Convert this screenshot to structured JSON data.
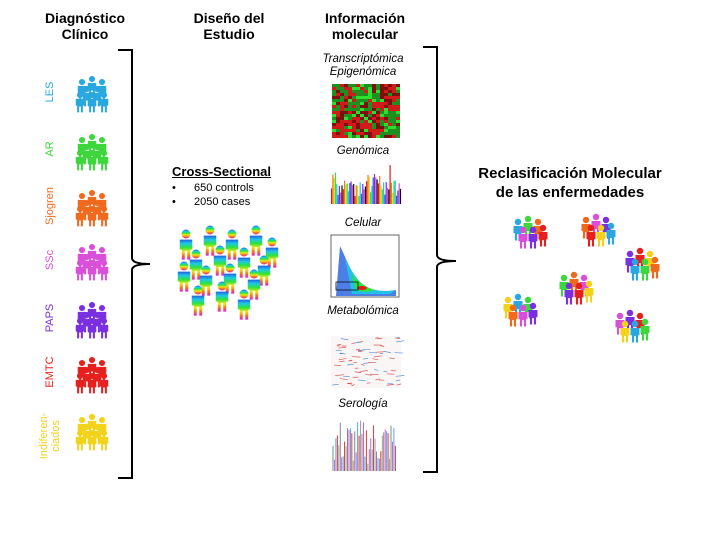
{
  "headers": {
    "clinical": "Diagnóstico\nClínico",
    "study": "Diseño del\nEstudio",
    "molecular": "Información\nmolecular"
  },
  "groups": [
    {
      "label": "LES",
      "color": "#29a8e0"
    },
    {
      "label": "AR",
      "color": "#3dd63d"
    },
    {
      "label": "Sjogren",
      "color": "#f06a1e"
    },
    {
      "label": "SSc",
      "color": "#d94fd9"
    },
    {
      "label": "PAPS",
      "color": "#7a2fe0"
    },
    {
      "label": "EMTC",
      "color": "#e6201d"
    },
    {
      "label": "Indiferen-\nciados",
      "color": "#f2d21a"
    }
  ],
  "study": {
    "title": "Cross-Sectional",
    "bullets": [
      "650 controls",
      "2050 cases"
    ]
  },
  "molecular": [
    {
      "label": "Transcriptómica\nEpigenómica",
      "icon": "heatmap-thumbnail"
    },
    {
      "label": "Genómica",
      "icon": "manhattan-plot-thumbnail"
    },
    {
      "label": "Celular",
      "icon": "flow-cytometry-thumbnail"
    },
    {
      "label": "Metabolómica",
      "icon": "metabolomics-thumbnail"
    },
    {
      "label": "Serología",
      "icon": "serology-spectrum-thumbnail"
    }
  ],
  "result": {
    "title": "Reclasificación Molecular de las enfermedades"
  },
  "palette": [
    "#29a8e0",
    "#3dd63d",
    "#f06a1e",
    "#d94fd9",
    "#7a2fe0",
    "#e6201d",
    "#f2d21a"
  ]
}
